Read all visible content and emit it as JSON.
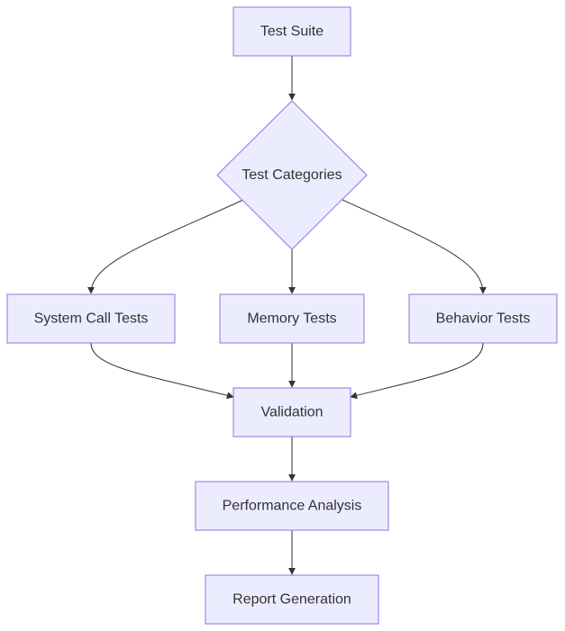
{
  "colors": {
    "node_fill": "#ECECFF",
    "node_stroke": "#9370DB",
    "edge": "#333333",
    "text": "#333333",
    "background": "#FFFFFF"
  },
  "nodes": [
    {
      "id": "test-suite",
      "label": "Test Suite",
      "shape": "rect"
    },
    {
      "id": "test-categories",
      "label": "Test Categories",
      "shape": "diamond"
    },
    {
      "id": "system-call-tests",
      "label": "System Call Tests",
      "shape": "rect"
    },
    {
      "id": "memory-tests",
      "label": "Memory Tests",
      "shape": "rect"
    },
    {
      "id": "behavior-tests",
      "label": "Behavior Tests",
      "shape": "rect"
    },
    {
      "id": "validation",
      "label": "Validation",
      "shape": "rect"
    },
    {
      "id": "performance-analysis",
      "label": "Performance Analysis",
      "shape": "rect"
    },
    {
      "id": "report-generation",
      "label": "Report Generation",
      "shape": "rect"
    }
  ],
  "edges": [
    {
      "from": "test-suite",
      "to": "test-categories"
    },
    {
      "from": "test-categories",
      "to": "system-call-tests"
    },
    {
      "from": "test-categories",
      "to": "memory-tests"
    },
    {
      "from": "test-categories",
      "to": "behavior-tests"
    },
    {
      "from": "system-call-tests",
      "to": "validation"
    },
    {
      "from": "memory-tests",
      "to": "validation"
    },
    {
      "from": "behavior-tests",
      "to": "validation"
    },
    {
      "from": "validation",
      "to": "performance-analysis"
    },
    {
      "from": "performance-analysis",
      "to": "report-generation"
    }
  ]
}
